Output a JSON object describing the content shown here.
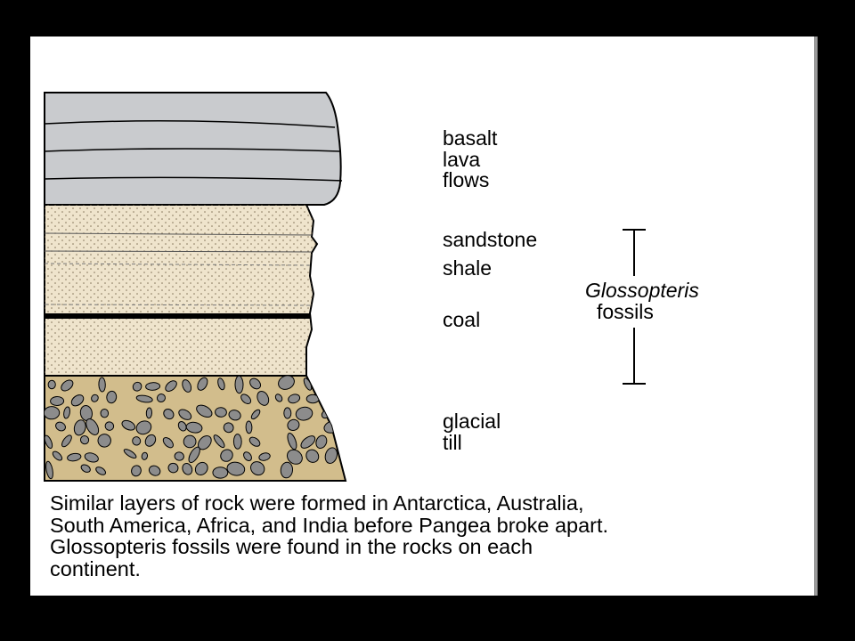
{
  "labels": {
    "basalt": [
      "basalt",
      "lava",
      "flows"
    ],
    "sandstone": "sandstone",
    "shale": "shale",
    "coal": "coal",
    "glacial": [
      "glacial",
      "till"
    ],
    "fossil_genus": "Glossopteris",
    "fossil_word": "fossils"
  },
  "caption": [
    "Similar layers of rock were formed in Antarctica, Australia,",
    "South America, Africa, and India before Pangea broke apart.",
    "Glossopteris fossils were found in the rocks on each",
    "continent."
  ],
  "colors": {
    "basalt": "#c9cbce",
    "sediment": "#efe4cc",
    "coal": "#000000",
    "till": "#d2bd8c",
    "pebble": "#8c8c8c"
  }
}
